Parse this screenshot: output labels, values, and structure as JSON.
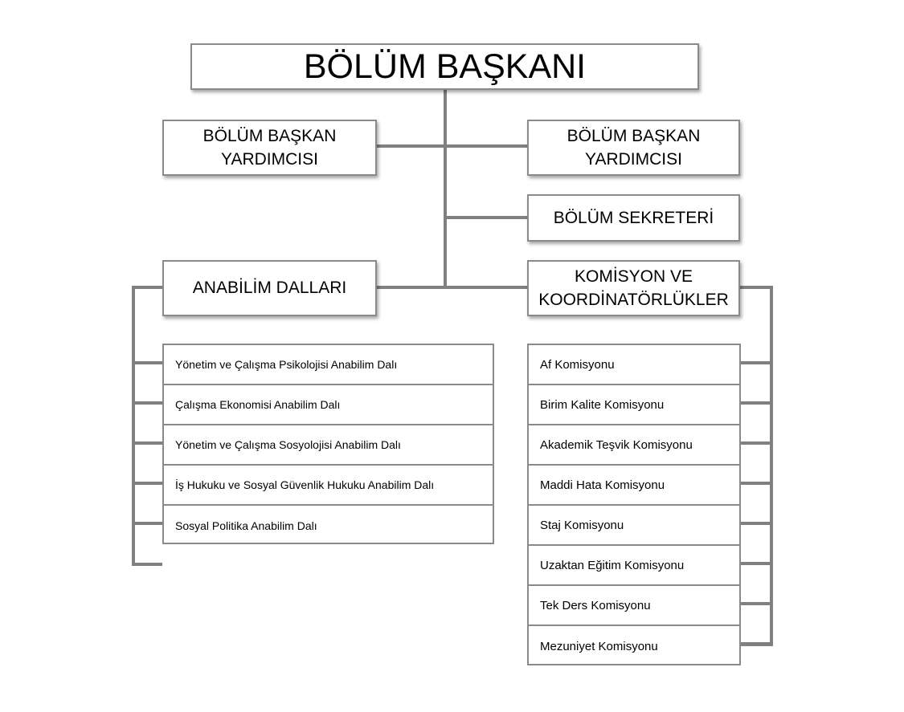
{
  "head": "BÖLÜM BAŞKANI",
  "deputy_left": "BÖLÜM BAŞKAN YARDIMCISI",
  "deputy_right": "BÖLÜM BAŞKAN YARDIMCISI",
  "secretary": "BÖLÜM SEKRETERİ",
  "departments_title": "ANABİLİM DALLARI",
  "commissions_title": "KOMİSYON VE KOORDİNATÖRLÜKLER",
  "departments": [
    "Yönetim ve Çalışma Psikolojisi Anabilim Dalı",
    "Çalışma Ekonomisi Anabilim Dalı",
    "Yönetim ve Çalışma Sosyolojisi Anabilim Dalı",
    "İş Hukuku ve Sosyal Güvenlik Hukuku Anabilim Dalı",
    "Sosyal Politika Anabilim Dalı"
  ],
  "commissions": [
    "Af Komisyonu",
    "Birim Kalite Komisyonu",
    "Akademik Teşvik Komisyonu",
    "Maddi Hata Komisyonu",
    "Staj Komisyonu",
    "Uzaktan Eğitim Komisyonu",
    "Tek Ders Komisyonu",
    "Mezuniyet Komisyonu"
  ],
  "colors": {
    "line": "#808080",
    "border": "#8a8a8a"
  }
}
